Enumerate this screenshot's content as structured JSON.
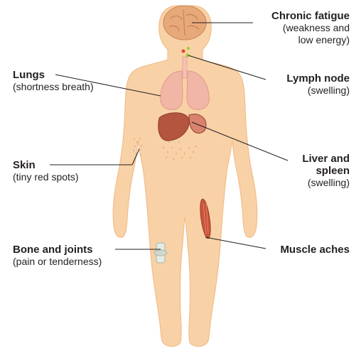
{
  "colors": {
    "skin": "#f8d1a7",
    "skin_outline": "#efb981",
    "brain": "#e8a97a",
    "lung": "#f2b6a6",
    "liver": "#b3553f",
    "muscle": "#c9553c",
    "line": "#231f20"
  },
  "labels": {
    "chronic_fatigue": {
      "title": "Chronic fatigue",
      "desc1": "(weakness and",
      "desc2": "low energy)"
    },
    "lymph_node": {
      "title": "Lymph node",
      "desc1": "(swelling)"
    },
    "lungs": {
      "title": "Lungs",
      "desc1": "(shortness breath)"
    },
    "liver_spleen": {
      "title1": "Liver and",
      "title2": "spleen",
      "desc1": "(swelling)"
    },
    "skin": {
      "title": "Skin",
      "desc1": "(tiny red spots)"
    },
    "muscle_aches": {
      "title": "Muscle aches"
    },
    "bone_joints": {
      "title": "Bone and joints",
      "desc1": "(pain or tenderness)"
    }
  }
}
